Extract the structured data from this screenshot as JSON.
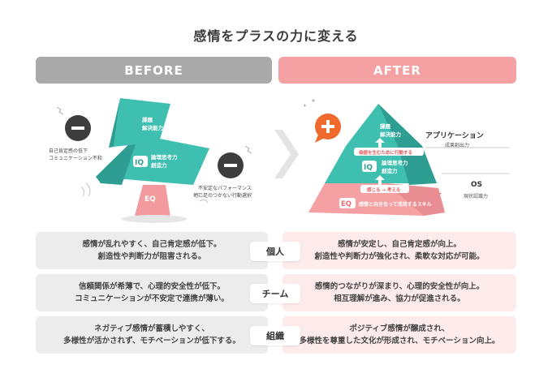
{
  "title": "感情をプラスの力に変える",
  "headers": {
    "before": "BEFORE",
    "after": "AFTER"
  },
  "before": {
    "top_label": [
      "課題",
      "解決能力"
    ],
    "iq_badge": "IQ",
    "mid_label": [
      "論理思考力",
      "創造力"
    ],
    "eq_badge": "EQ",
    "note_left": [
      "自己肯定感の低下",
      "コミュニケーション不和"
    ],
    "note_right": [
      "不安定なパフォーマンス",
      "地に足のつかない行動選択"
    ]
  },
  "after": {
    "top_label": [
      "課題",
      "解決能力"
    ],
    "iq_badge": "IQ",
    "mid_label": [
      "論理思考力",
      "創造力"
    ],
    "eq_badge": "EQ",
    "eq_label": "感情と向き合って活用するスキル",
    "arrow_upper": "価値を生むために行動する",
    "arrow_lower": "感じる → 考える",
    "app_title": "アプリケーション",
    "app_sub": "成果創出力",
    "os_title": "OS",
    "os_sub": "現状認識力"
  },
  "rows": [
    {
      "category": "個人",
      "before": [
        "感情が乱れやすく、自己肯定感が低下。",
        "創造性や判断力が阻害される。"
      ],
      "after": [
        "感情が安定し、自己肯定感が向上。",
        "創造性や判断力が強化され、柔軟な対応が可能。"
      ]
    },
    {
      "category": "チーム",
      "before": [
        "信頼関係が希薄で、心理的安全性が低下。",
        "コミュニケーションが不安定で連携が薄い。"
      ],
      "after": [
        "感情的つながりが深まり、心理的安全性が向上。",
        "相互理解が進み、協力が促進される。"
      ]
    },
    {
      "category": "組織",
      "before": [
        "ネガティブ感情が蓄積しやすく、",
        "多様性が活かされず、モチベーションが低下する。"
      ],
      "after": [
        "ポジティブ感情が醸成され、",
        "多様性を尊重した文化が形成され、モチベーション向上。"
      ]
    }
  ],
  "colors": {
    "teal": "#3fbfb0",
    "teal_dark": "#2f9e92",
    "pink": "#f5a1a4",
    "orange": "#f06a2d",
    "gray": "#a9a9a9"
  }
}
